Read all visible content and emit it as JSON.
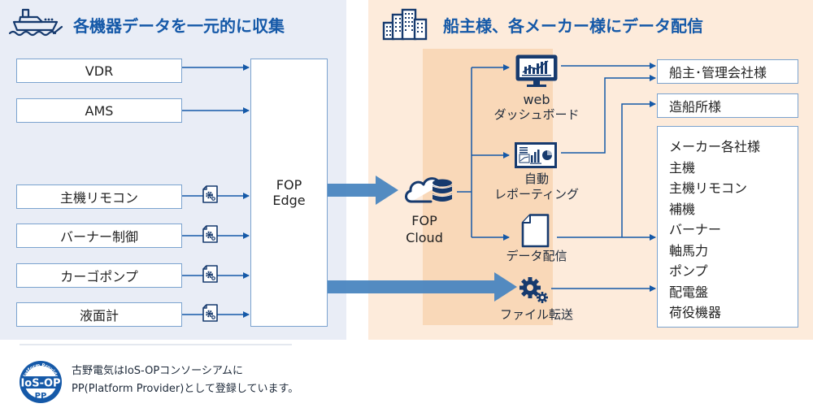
{
  "left_section": {
    "title": "各機器データを一元的に収集",
    "icon": "ship-icon",
    "sources": [
      {
        "label": "VDR",
        "file_icon": false
      },
      {
        "label": "AMS",
        "file_icon": false
      },
      {
        "label": "主機リモコン",
        "file_icon": true
      },
      {
        "label": "バーナー制御",
        "file_icon": true
      },
      {
        "label": "カーゴポンプ",
        "file_icon": true
      },
      {
        "label": "液面計",
        "file_icon": true
      }
    ],
    "edge": {
      "line1": "FOP",
      "line2": "Edge"
    }
  },
  "right_section": {
    "title": "船主様、各メーカー様にデータ配信",
    "icon": "buildings-icon",
    "cloud": {
      "line1": "FOP",
      "line2": "Cloud"
    },
    "services": [
      {
        "line1": "web",
        "line2": "ダッシュボード",
        "icon": "monitor-chart-icon"
      },
      {
        "line1": "自動",
        "line2": "レポーティング",
        "icon": "report-icon"
      },
      {
        "line1": "データ配信",
        "icon": "document-icon"
      },
      {
        "line1": "ファイル転送",
        "icon": "gears-icon"
      }
    ],
    "recipients": {
      "owner": "船主･管理会社様",
      "shipyard": "造船所様",
      "makers": [
        "メーカー各社様",
        "主機",
        "主機リモコン",
        "補機",
        "バーナー",
        "軸馬力",
        "ポンプ",
        "配電盤",
        "荷役機器"
      ]
    }
  },
  "footer": {
    "badge": {
      "top_text": "Platform Provider",
      "main": "IoS-OP",
      "bottom": "PP"
    },
    "line1": "古野電気はIoS-OPコンソーシアムに",
    "line2": "PP(Platform Provider)として登録しています。"
  },
  "colors": {
    "accent": "#1559a8",
    "icon_navy": "#163a6e",
    "left_bg": "#e9edf6",
    "right_bg": "#fdebdb",
    "band_bg": "#f9d8b8",
    "big_arrow": "#4a86c0"
  }
}
